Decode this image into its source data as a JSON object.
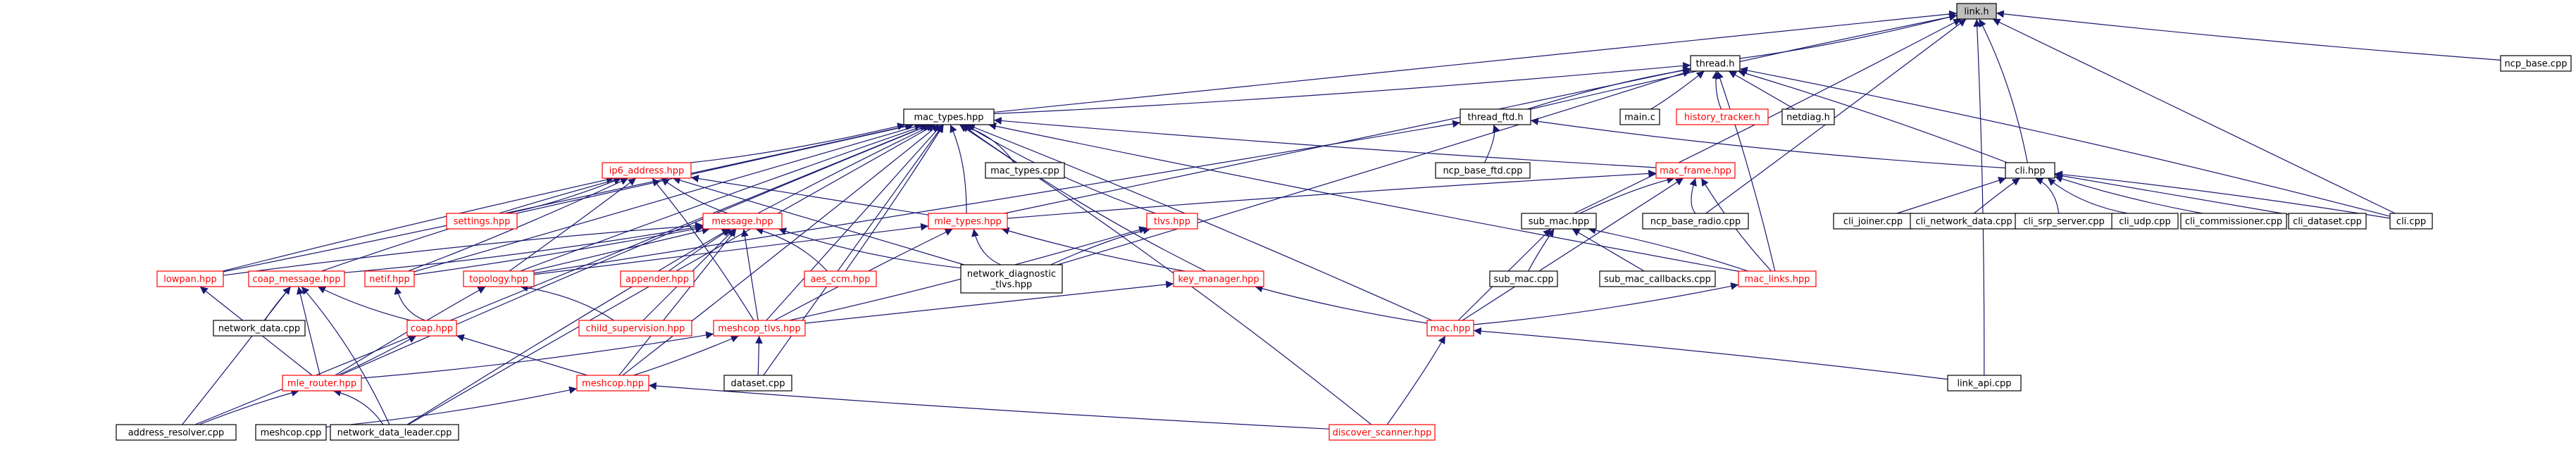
{
  "diagram": {
    "title": "",
    "colors": {
      "edge": "#191970",
      "incomplete_border": "#ff0000",
      "root_fill": "#bfbfbf"
    },
    "nodes": [
      {
        "id": "link_h",
        "label": "link.h",
        "style": "gray"
      },
      {
        "id": "thread_h",
        "label": "thread.h",
        "style": "black"
      },
      {
        "id": "ncp_base_cpp",
        "label": "ncp_base.cpp",
        "style": "black"
      },
      {
        "id": "mac_types_hpp",
        "label": "mac_types.hpp",
        "style": "black"
      },
      {
        "id": "thread_ftd_h",
        "label": "thread_ftd.h",
        "style": "black"
      },
      {
        "id": "main_c",
        "label": "main.c",
        "style": "black"
      },
      {
        "id": "history_tracker_h",
        "label": "history_tracker.h",
        "style": "red"
      },
      {
        "id": "netdiag_h",
        "label": "netdiag.h",
        "style": "black"
      },
      {
        "id": "cli_hpp",
        "label": "cli.hpp",
        "style": "black"
      },
      {
        "id": "ip6_address_hpp",
        "label": "ip6_address.hpp",
        "style": "red"
      },
      {
        "id": "mac_types_cpp",
        "label": "mac_types.cpp",
        "style": "black"
      },
      {
        "id": "ncp_base_ftd_cpp",
        "label": "ncp_base_ftd.cpp",
        "style": "black"
      },
      {
        "id": "mac_frame_hpp",
        "label": "mac_frame.hpp",
        "style": "red"
      },
      {
        "id": "settings_hpp",
        "label": "settings.hpp",
        "style": "red"
      },
      {
        "id": "message_hpp",
        "label": "message.hpp",
        "style": "red"
      },
      {
        "id": "mle_types_hpp",
        "label": "mle_types.hpp",
        "style": "red"
      },
      {
        "id": "tlvs_hpp",
        "label": "tlvs.hpp",
        "style": "red"
      },
      {
        "id": "sub_mac_hpp",
        "label": "sub_mac.hpp",
        "style": "black"
      },
      {
        "id": "ncp_base_radio_cpp",
        "label": "ncp_base_radio.cpp",
        "style": "black"
      },
      {
        "id": "cli_joiner_cpp",
        "label": "cli_joiner.cpp",
        "style": "black"
      },
      {
        "id": "cli_network_data_cpp",
        "label": "cli_network_data.cpp",
        "style": "black"
      },
      {
        "id": "cli_srp_server_cpp",
        "label": "cli_srp_server.cpp",
        "style": "black"
      },
      {
        "id": "cli_udp_cpp",
        "label": "cli_udp.cpp",
        "style": "black"
      },
      {
        "id": "cli_commissioner_cpp",
        "label": "cli_commissioner.cpp",
        "style": "black"
      },
      {
        "id": "cli_dataset_cpp",
        "label": "cli_dataset.cpp",
        "style": "black"
      },
      {
        "id": "cli_cpp",
        "label": "cli.cpp",
        "style": "black"
      },
      {
        "id": "lowpan_hpp",
        "label": "lowpan.hpp",
        "style": "red"
      },
      {
        "id": "coap_message_hpp",
        "label": "coap_message.hpp",
        "style": "red"
      },
      {
        "id": "netif_hpp",
        "label": "netif.hpp",
        "style": "red"
      },
      {
        "id": "topology_hpp",
        "label": "topology.hpp",
        "style": "red"
      },
      {
        "id": "appender_hpp",
        "label": "appender.hpp",
        "style": "red"
      },
      {
        "id": "aes_ccm_hpp",
        "label": "aes_ccm.hpp",
        "style": "red"
      },
      {
        "id": "network_diagnostic_tlvs_hpp",
        "label": "network_diagnostic\n_tlvs.hpp",
        "style": "black"
      },
      {
        "id": "key_manager_hpp",
        "label": "key_manager.hpp",
        "style": "red"
      },
      {
        "id": "sub_mac_cpp",
        "label": "sub_mac.cpp",
        "style": "black"
      },
      {
        "id": "sub_mac_callbacks_cpp",
        "label": "sub_mac_callbacks.cpp",
        "style": "black"
      },
      {
        "id": "mac_links_hpp",
        "label": "mac_links.hpp",
        "style": "red"
      },
      {
        "id": "network_data_cpp",
        "label": "network_data.cpp",
        "style": "black"
      },
      {
        "id": "coap_hpp",
        "label": "coap.hpp",
        "style": "red"
      },
      {
        "id": "child_supervision_hpp",
        "label": "child_supervision.hpp",
        "style": "red"
      },
      {
        "id": "meshcop_tlvs_hpp",
        "label": "meshcop_tlvs.hpp",
        "style": "red"
      },
      {
        "id": "mac_hpp",
        "label": "mac.hpp",
        "style": "red"
      },
      {
        "id": "mle_router_hpp",
        "label": "mle_router.hpp",
        "style": "red"
      },
      {
        "id": "meshcop_hpp",
        "label": "meshcop.hpp",
        "style": "red"
      },
      {
        "id": "dataset_cpp",
        "label": "dataset.cpp",
        "style": "black"
      },
      {
        "id": "link_api_cpp",
        "label": "link_api.cpp",
        "style": "black"
      },
      {
        "id": "address_resolver_cpp",
        "label": "address_resolver.cpp",
        "style": "black"
      },
      {
        "id": "meshcop_cpp",
        "label": "meshcop.cpp",
        "style": "black"
      },
      {
        "id": "network_data_leader_cpp",
        "label": "network_data_leader.cpp",
        "style": "black"
      },
      {
        "id": "discover_scanner_hpp",
        "label": "discover_scanner.hpp",
        "style": "red"
      }
    ],
    "edges": [
      [
        "thread_h",
        "link_h"
      ],
      [
        "ncp_base_cpp",
        "link_h"
      ],
      [
        "mac_types_hpp",
        "link_h"
      ],
      [
        "thread_ftd_h",
        "link_h"
      ],
      [
        "cli_hpp",
        "link_h"
      ],
      [
        "sub_mac_hpp",
        "link_h"
      ],
      [
        "ncp_base_radio_cpp",
        "link_h"
      ],
      [
        "cli_cpp",
        "link_h"
      ],
      [
        "link_api_cpp",
        "link_h"
      ],
      [
        "thread_ftd_h",
        "thread_h"
      ],
      [
        "main_c",
        "thread_h"
      ],
      [
        "history_tracker_h",
        "thread_h"
      ],
      [
        "netdiag_h",
        "thread_h"
      ],
      [
        "cli_hpp",
        "thread_h"
      ],
      [
        "cli_cpp",
        "thread_h"
      ],
      [
        "mac_types_hpp",
        "thread_h"
      ],
      [
        "network_diagnostic_tlvs_hpp",
        "thread_h"
      ],
      [
        "mle_types_hpp",
        "thread_h"
      ],
      [
        "mac_links_hpp",
        "thread_h"
      ],
      [
        "ncp_base_ftd_cpp",
        "thread_ftd_h"
      ],
      [
        "cli_hpp",
        "thread_ftd_h"
      ],
      [
        "topology_hpp",
        "thread_ftd_h"
      ],
      [
        "cli_joiner_cpp",
        "cli_hpp"
      ],
      [
        "cli_network_data_cpp",
        "cli_hpp"
      ],
      [
        "cli_srp_server_cpp",
        "cli_hpp"
      ],
      [
        "cli_udp_cpp",
        "cli_hpp"
      ],
      [
        "cli_commissioner_cpp",
        "cli_hpp"
      ],
      [
        "cli_dataset_cpp",
        "cli_hpp"
      ],
      [
        "cli_cpp",
        "cli_hpp"
      ],
      [
        "mac_types_cpp",
        "mac_types_hpp"
      ],
      [
        "ip6_address_hpp",
        "mac_types_hpp"
      ],
      [
        "mac_frame_hpp",
        "mac_types_hpp"
      ],
      [
        "settings_hpp",
        "mac_types_hpp"
      ],
      [
        "message_hpp",
        "mac_types_hpp"
      ],
      [
        "mle_types_hpp",
        "mac_types_hpp"
      ],
      [
        "tlvs_hpp",
        "mac_types_hpp"
      ],
      [
        "lowpan_hpp",
        "mac_types_hpp"
      ],
      [
        "netif_hpp",
        "mac_types_hpp"
      ],
      [
        "topology_hpp",
        "mac_types_hpp"
      ],
      [
        "aes_ccm_hpp",
        "mac_types_hpp"
      ],
      [
        "key_manager_hpp",
        "mac_types_hpp"
      ],
      [
        "mac_links_hpp",
        "mac_types_hpp"
      ],
      [
        "meshcop_tlvs_hpp",
        "mac_types_hpp"
      ],
      [
        "mac_hpp",
        "mac_types_hpp"
      ],
      [
        "mle_router_hpp",
        "mac_types_hpp"
      ],
      [
        "meshcop_hpp",
        "mac_types_hpp"
      ],
      [
        "dataset_cpp",
        "mac_types_hpp"
      ],
      [
        "address_resolver_cpp",
        "mac_types_hpp"
      ],
      [
        "network_data_leader_cpp",
        "mac_types_hpp"
      ],
      [
        "discover_scanner_hpp",
        "mac_types_hpp"
      ],
      [
        "settings_hpp",
        "ip6_address_hpp"
      ],
      [
        "message_hpp",
        "ip6_address_hpp"
      ],
      [
        "mle_types_hpp",
        "ip6_address_hpp"
      ],
      [
        "lowpan_hpp",
        "ip6_address_hpp"
      ],
      [
        "coap_message_hpp",
        "ip6_address_hpp"
      ],
      [
        "netif_hpp",
        "ip6_address_hpp"
      ],
      [
        "topology_hpp",
        "ip6_address_hpp"
      ],
      [
        "network_diagnostic_tlvs_hpp",
        "ip6_address_hpp"
      ],
      [
        "meshcop_tlvs_hpp",
        "ip6_address_hpp"
      ],
      [
        "sub_mac_hpp",
        "mac_frame_hpp"
      ],
      [
        "ncp_base_radio_cpp",
        "mac_frame_hpp"
      ],
      [
        "mac_links_hpp",
        "mac_frame_hpp"
      ],
      [
        "mac_hpp",
        "mac_frame_hpp"
      ],
      [
        "mle_types_hpp",
        "mac_frame_hpp"
      ],
      [
        "lowpan_hpp",
        "message_hpp"
      ],
      [
        "coap_message_hpp",
        "message_hpp"
      ],
      [
        "netif_hpp",
        "message_hpp"
      ],
      [
        "topology_hpp",
        "message_hpp"
      ],
      [
        "appender_hpp",
        "message_hpp"
      ],
      [
        "aes_ccm_hpp",
        "message_hpp"
      ],
      [
        "network_diagnostic_tlvs_hpp",
        "message_hpp"
      ],
      [
        "child_supervision_hpp",
        "message_hpp"
      ],
      [
        "meshcop_tlvs_hpp",
        "message_hpp"
      ],
      [
        "meshcop_hpp",
        "message_hpp"
      ],
      [
        "network_data_leader_cpp",
        "message_hpp"
      ],
      [
        "network_diagnostic_tlvs_hpp",
        "mle_types_hpp"
      ],
      [
        "key_manager_hpp",
        "mle_types_hpp"
      ],
      [
        "topology_hpp",
        "mle_types_hpp"
      ],
      [
        "meshcop_tlvs_hpp",
        "mle_types_hpp"
      ],
      [
        "network_diagnostic_tlvs_hpp",
        "tlvs_hpp"
      ],
      [
        "meshcop_tlvs_hpp",
        "tlvs_hpp"
      ],
      [
        "sub_mac_cpp",
        "sub_mac_hpp"
      ],
      [
        "sub_mac_callbacks_cpp",
        "sub_mac_hpp"
      ],
      [
        "mac_links_hpp",
        "sub_mac_hpp"
      ],
      [
        "mac_hpp",
        "sub_mac_hpp"
      ],
      [
        "mac_hpp",
        "mac_links_hpp"
      ],
      [
        "mac_hpp",
        "key_manager_hpp"
      ],
      [
        "meshcop_tlvs_hpp",
        "key_manager_hpp"
      ],
      [
        "link_api_cpp",
        "mac_hpp"
      ],
      [
        "discover_scanner_hpp",
        "mac_hpp"
      ],
      [
        "network_data_cpp",
        "coap_message_hpp"
      ],
      [
        "coap_hpp",
        "coap_message_hpp"
      ],
      [
        "mle_router_hpp",
        "coap_message_hpp"
      ],
      [
        "address_resolver_cpp",
        "coap_message_hpp"
      ],
      [
        "network_data_leader_cpp",
        "coap_message_hpp"
      ],
      [
        "coap_hpp",
        "netif_hpp"
      ],
      [
        "mle_router_hpp",
        "coap_hpp"
      ],
      [
        "meshcop_hpp",
        "coap_hpp"
      ],
      [
        "mle_router_hpp",
        "topology_hpp"
      ],
      [
        "child_supervision_hpp",
        "topology_hpp"
      ],
      [
        "mle_router_hpp",
        "meshcop_tlvs_hpp"
      ],
      [
        "meshcop_hpp",
        "meshcop_tlvs_hpp"
      ],
      [
        "dataset_cpp",
        "meshcop_tlvs_hpp"
      ],
      [
        "address_resolver_cpp",
        "mle_router_hpp"
      ],
      [
        "network_data_leader_cpp",
        "mle_router_hpp"
      ],
      [
        "meshcop_cpp",
        "meshcop_hpp"
      ],
      [
        "discover_scanner_hpp",
        "meshcop_hpp"
      ],
      [
        "mle_router_hpp",
        "lowpan_hpp"
      ]
    ]
  }
}
